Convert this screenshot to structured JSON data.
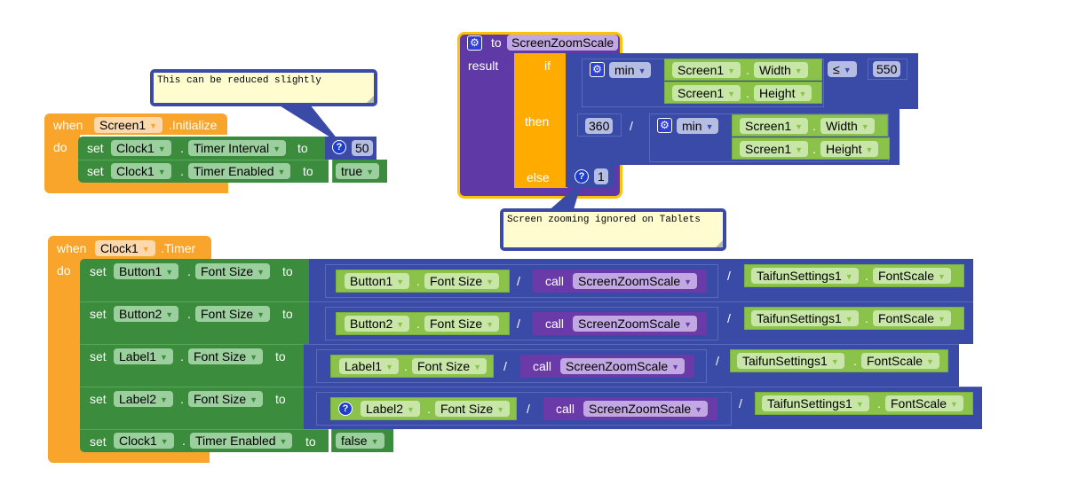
{
  "comments": {
    "timer_interval": "This can be reduced slightly",
    "tablets": "Screen zooming ignored on Tablets"
  },
  "screen_init": {
    "when": "when",
    "component": "Screen1",
    "event": ".Initialize",
    "do": "do",
    "statements": [
      {
        "set": "set",
        "component": "Clock1",
        "property": "Timer Interval",
        "to": "to",
        "value": "50"
      },
      {
        "set": "set",
        "component": "Clock1",
        "property": "Timer Enabled",
        "to": "to",
        "value": "true"
      }
    ]
  },
  "procedure": {
    "to": "to",
    "name": "ScreenZoomScale",
    "result": "result",
    "if": "if",
    "then": "then",
    "else": "else",
    "min": "min",
    "compare_op": "≤",
    "compare_value": "550",
    "numerator": "360",
    "divide": "/",
    "else_value": "1",
    "screen": "Screen1",
    "width": "Width",
    "height": "Height"
  },
  "clock_timer": {
    "when": "when",
    "component": "Clock1",
    "event": ".Timer",
    "do": "do",
    "rows": [
      {
        "set": "set",
        "component": "Button1",
        "property": "Font Size",
        "to": "to",
        "getter_component": "Button1",
        "getter_property": "Font Size",
        "call": "call",
        "proc": "ScreenZoomScale",
        "settings": "TaifunSettings1",
        "settings_prop": "FontScale"
      },
      {
        "set": "set",
        "component": "Button2",
        "property": "Font Size",
        "to": "to",
        "getter_component": "Button2",
        "getter_property": "Font Size",
        "call": "call",
        "proc": "ScreenZoomScale",
        "settings": "TaifunSettings1",
        "settings_prop": "FontScale"
      },
      {
        "set": "set",
        "component": "Label1",
        "property": "Font Size",
        "to": "to",
        "getter_component": "Label1",
        "getter_property": "Font Size",
        "call": "call",
        "proc": "ScreenZoomScale",
        "settings": "TaifunSettings1",
        "settings_prop": "FontScale"
      },
      {
        "set": "set",
        "component": "Label2",
        "property": "Font Size",
        "to": "to",
        "getter_component": "Label2",
        "getter_property": "Font Size",
        "call": "call",
        "proc": "ScreenZoomScale",
        "settings": "TaifunSettings1",
        "settings_prop": "FontScale"
      }
    ],
    "final": {
      "set": "set",
      "component": "Clock1",
      "property": "Timer Enabled",
      "to": "to",
      "value": "false"
    }
  },
  "icons": {
    "dropdown": "▼",
    "question": "?",
    "gear": "⚙"
  }
}
